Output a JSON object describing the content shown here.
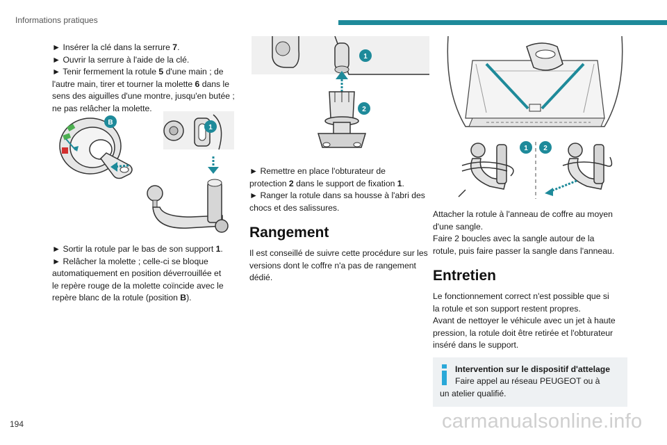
{
  "header": {
    "section": "Informations pratiques",
    "accent": "#1e8a9a"
  },
  "page": {
    "number": "194"
  },
  "watermark": "carmanualsonline.info",
  "col1": {
    "lines_a": [
      "► Insérer la clé dans la serrure ",
      "► Ouvrir la serrure à l'aide de la clé.",
      "► Tenir fermement la rotule ",
      " d'une main ; de",
      "l'autre main, tirer et tourner la molette ",
      " dans le",
      "sens des aiguilles d'une montre, jusqu'en butée ;",
      "ne pas relâcher la molette."
    ],
    "num_7": "7",
    "num_5": "5",
    "num_6": "6",
    "dot": ".",
    "lines_b": [
      "► Sortir la rotule par le bas de son support ",
      "► Relâcher la molette ; celle-ci se bloque",
      "automatiquement en position déverrouillée et",
      "le repère rouge de la molette coïncide avec le",
      "repère blanc de la rotule (position ",
      ")."
    ],
    "num_1": "1",
    "pos_b": "B",
    "fig_label_b": "B",
    "fig_label_1": "1"
  },
  "col2": {
    "fig_label_1": "1",
    "fig_label_2": "2",
    "lines_a": [
      "► Remettre en place l'obturateur de",
      "protection ",
      " dans le support de fixation ",
      "► Ranger la rotule dans sa housse à l'abri des",
      "chocs et des salissures."
    ],
    "num_2": "2",
    "num_1": "1",
    "dot": ".",
    "heading": "Rangement",
    "lines_b": [
      "Il est conseillé de suivre cette procédure sur les",
      "versions dont le coffre n'a pas de rangement",
      "dédié."
    ]
  },
  "col3": {
    "fig_label_1": "1",
    "fig_label_2": "2",
    "lines_a": [
      "Attacher la rotule à l'anneau de coffre au moyen",
      "d'une sangle.",
      "Faire 2 boucles avec la sangle autour de la",
      "rotule, puis faire passer la sangle dans l'anneau."
    ],
    "heading": "Entretien",
    "lines_b": [
      "Le fonctionnement correct n'est possible que si",
      "la rotule et son support restent propres.",
      "Avant de nettoyer le véhicule avec un jet à haute",
      "pression, la rotule doit être retirée et l'obturateur",
      "inséré dans le support."
    ],
    "note": {
      "title": "Intervention sur le dispositif d'attelage",
      "line1": "Faire appel au réseau PEUGEOT ou à",
      "line2": "un atelier qualifié."
    }
  }
}
